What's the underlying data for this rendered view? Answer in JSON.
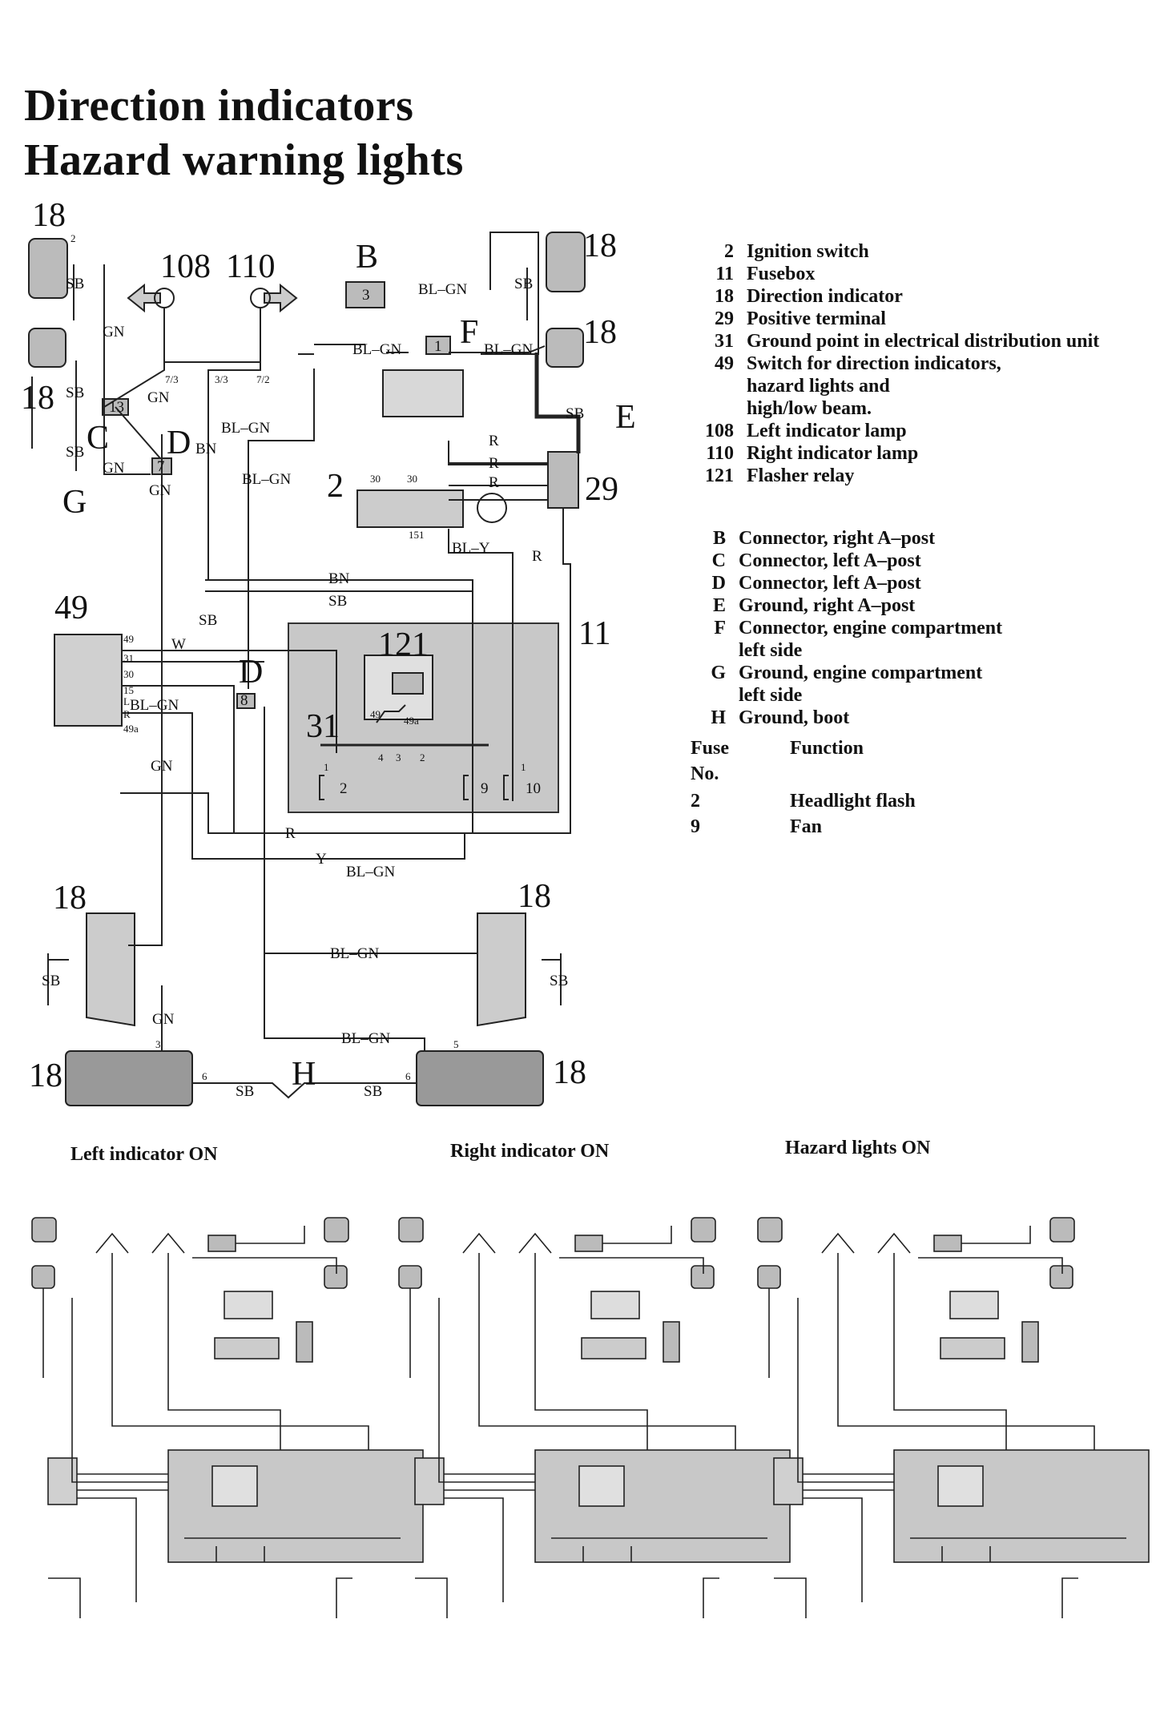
{
  "title": {
    "line1": "Direction indicators",
    "line2": "Hazard warning lights"
  },
  "components": [
    {
      "num": "2",
      "text": "Ignition switch"
    },
    {
      "num": "11",
      "text": "Fusebox"
    },
    {
      "num": "18",
      "text": "Direction indicator"
    },
    {
      "num": "29",
      "text": "Positive terminal"
    },
    {
      "num": "31",
      "text": "Ground point in electrical distribution unit"
    },
    {
      "num": "49",
      "text": "Switch for direction indicators,"
    },
    {
      "num": "",
      "text": "hazard lights and"
    },
    {
      "num": "",
      "text": "high/low beam."
    },
    {
      "num": "108",
      "text": "Left indicator lamp"
    },
    {
      "num": "110",
      "text": "Right indicator lamp"
    },
    {
      "num": "121",
      "text": "Flasher relay"
    }
  ],
  "connectors": [
    {
      "letter": "B",
      "text": "Connector, right A–post"
    },
    {
      "letter": "C",
      "text": "Connector, left A–post"
    },
    {
      "letter": "D",
      "text": "Connector, left A–post"
    },
    {
      "letter": "E",
      "text": "Ground, right A–post"
    },
    {
      "letter": "F",
      "text": "Connector, engine compartment"
    },
    {
      "letter": "",
      "text": "left side"
    },
    {
      "letter": "G",
      "text": "Ground, engine compartment"
    },
    {
      "letter": "",
      "text": "left side"
    },
    {
      "letter": "H",
      "text": "Ground, boot"
    }
  ],
  "fuses": {
    "header_no": "Fuse",
    "header_no2": "No.",
    "header_fn": "Function",
    "rows": [
      {
        "no": "2",
        "fn": "Headlight flash"
      },
      {
        "no": "9",
        "fn": "Fan"
      }
    ]
  },
  "diagram_labels": {
    "n18": "18",
    "n108": "108",
    "n110": "110",
    "n2": "2",
    "n29": "29",
    "n49": "49",
    "n121": "121",
    "n11": "11",
    "n31": "31",
    "B": "B",
    "C": "C",
    "D": "D",
    "E": "E",
    "F": "F",
    "G": "G",
    "H": "H",
    "GN": "GN",
    "SB": "SB",
    "BN": "BN",
    "R": "R",
    "W": "W",
    "Y": "Y",
    "BLGN": "BL–GN",
    "BLY": "BL–Y",
    "c13": "13",
    "c7": "7",
    "c8": "8",
    "c3": "3",
    "c1": "1",
    "t73": "7/3",
    "t33": "3/3",
    "t72": "7/2",
    "p30a": "30",
    "p30b": "30",
    "p151": "151",
    "p49": "49",
    "p49a": "49a",
    "p4": "4",
    "p3": "3",
    "p2": "2",
    "f2": "2",
    "f9": "9",
    "f10": "10",
    "f1a": "1",
    "f1b": "1",
    "k2": "2",
    "k3": "3",
    "k5": "5",
    "k6a": "6",
    "k6b": "6",
    "s49": "49",
    "s31": "31",
    "s30": "30",
    "s15": "15",
    "sL": "L",
    "sR": "R",
    "s49a": "49a"
  },
  "captions": {
    "left": "Left indicator ON",
    "right": "Right indicator ON",
    "hazard": "Hazard lights ON"
  }
}
